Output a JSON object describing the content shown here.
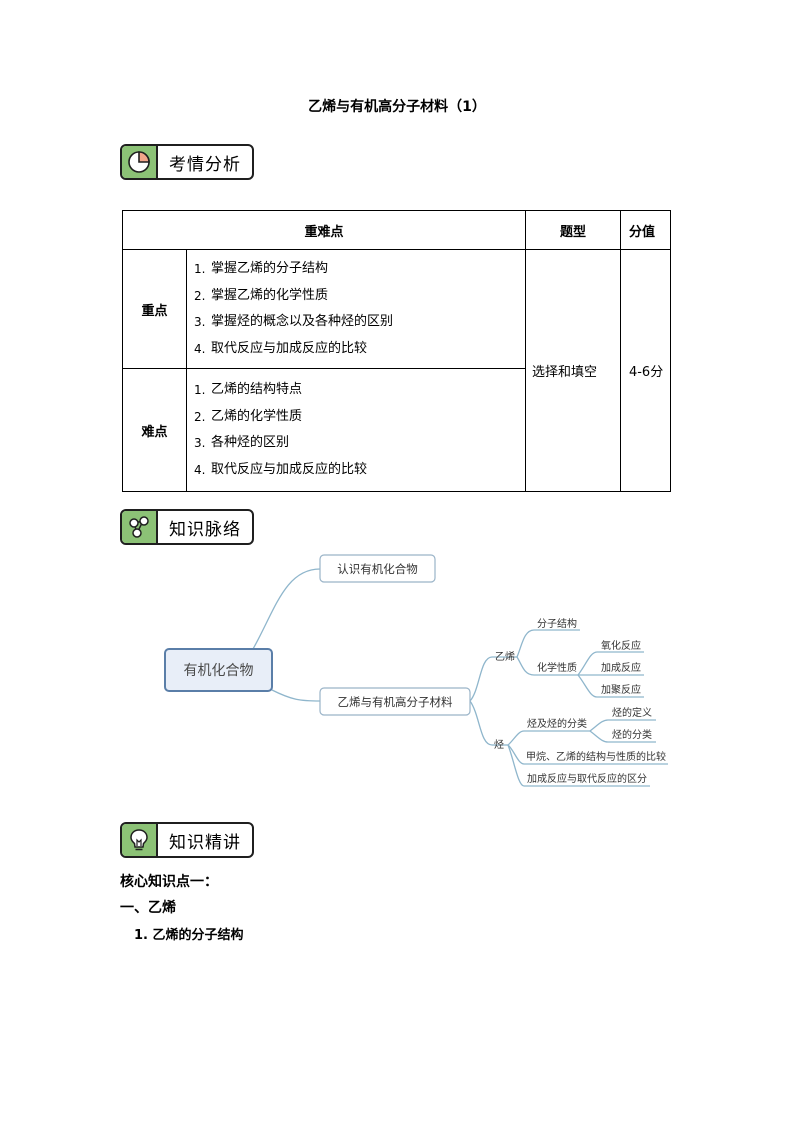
{
  "title": "乙烯与有机高分子材料（1）",
  "sections": {
    "analysis": "考情分析",
    "context": "知识脉络",
    "lecture": "知识精讲"
  },
  "table": {
    "headers": [
      "重难点",
      "题型",
      "分值"
    ],
    "key": {
      "label": "重点",
      "items": [
        "掌握乙烯的分子结构",
        "掌握乙烯的化学性质",
        "掌握烃的概念以及各种烃的区别",
        "取代反应与加成反应的比较"
      ]
    },
    "difficult": {
      "label": "难点",
      "items": [
        "乙烯的结构特点",
        "乙烯的化学性质",
        "各种烃的区别",
        "取代反应与加成反应的比较"
      ]
    },
    "type": "选择和填空",
    "score": "4-6分"
  },
  "mindmap": {
    "root": "有机化合物",
    "branch1": "认识有机化合物",
    "branch2": "乙烯与有机高分子材料",
    "ethylene": "乙烯",
    "molecular_structure": "分子结构",
    "chemical_properties": "化学性质",
    "oxidation": "氧化反应",
    "addition": "加成反应",
    "polymerization": "加聚反应",
    "hydrocarbon": "烃",
    "hc_classification": "烃及烃的分类",
    "hc_definition": "烃的定义",
    "hc_types": "烃的分类",
    "comparison": "甲烷、乙烯的结构与性质的比较",
    "reaction_diff": "加成反应与取代反应的区分"
  },
  "body": {
    "core_point": "核心知识点一：",
    "heading_one": "一、乙烯",
    "sub_heading": "1.  乙烯的分子结构"
  }
}
